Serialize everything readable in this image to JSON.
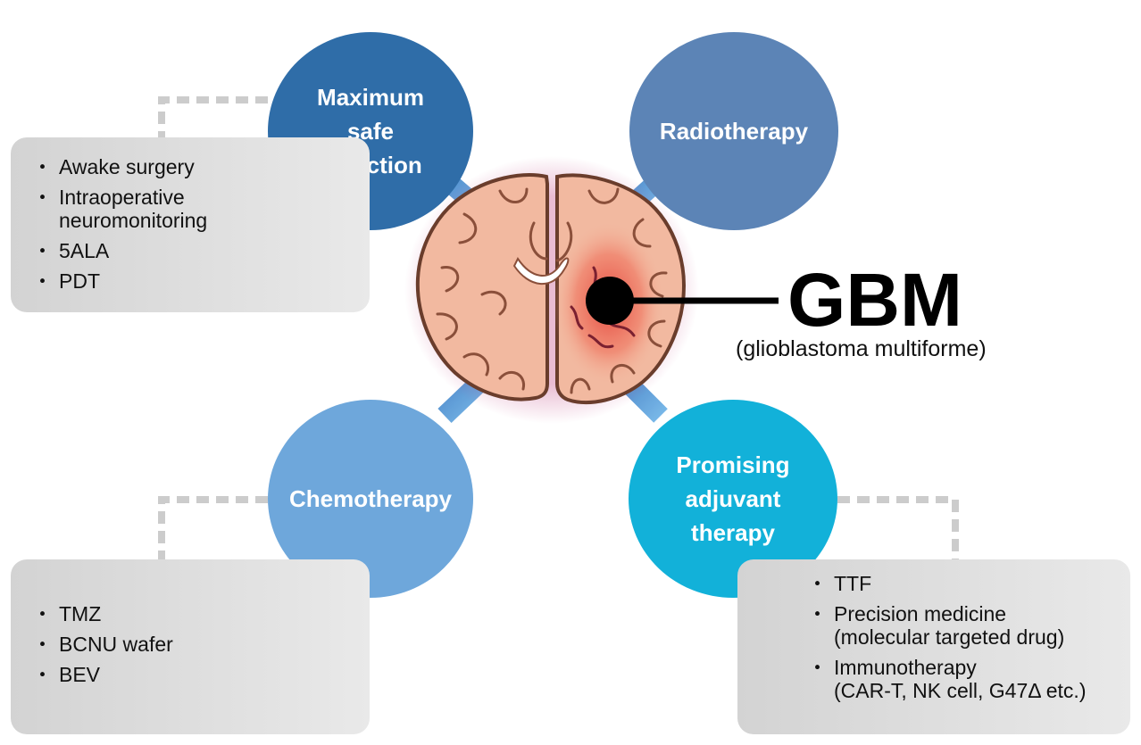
{
  "center": {
    "title": "GBM",
    "subtitle": "(glioblastoma multiforme)"
  },
  "nodes": {
    "resection": {
      "label_lines": [
        "Maximum",
        "safe",
        "resection"
      ],
      "color": "#2f6da8"
    },
    "radiotherapy": {
      "label_lines": [
        "Radiotherapy"
      ],
      "color": "#5c84b6"
    },
    "chemotherapy": {
      "label_lines": [
        "Chemotherapy"
      ],
      "color": "#6ea7db"
    },
    "adjuvant": {
      "label_lines": [
        "Promising",
        "adjuvant",
        "therapy"
      ],
      "color": "#12b1d9"
    }
  },
  "boxes": {
    "resection": {
      "items": [
        "Awake surgery",
        "Intraoperative",
        "neuromonitoring",
        "5ALA",
        "PDT"
      ]
    },
    "chemotherapy": {
      "items": [
        "TMZ",
        "BCNU wafer",
        "BEV"
      ]
    },
    "adjuvant": {
      "items": [
        "TTF",
        "Precision medicine",
        "(molecular targeted drug)",
        "Immunotherapy",
        "(CAR-T, NK cell, G47Δ etc.)"
      ]
    }
  },
  "colors": {
    "connector": "#4f8fd0",
    "dashed_line": "#cccccc",
    "brain_tissue": "#f2b9a0",
    "brain_outline": "#6a3d2c",
    "tumor": "#e8594a"
  }
}
